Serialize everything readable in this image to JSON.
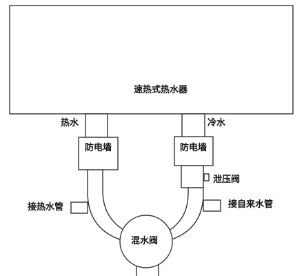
{
  "heater": {
    "label": "速热式热水器"
  },
  "outlets": {
    "hot_label": "热水",
    "cold_label": "冷水"
  },
  "walls": {
    "left_label": "防电墙",
    "right_label": "防电墙"
  },
  "relief_valve": {
    "label": "泄压阀"
  },
  "connections": {
    "left_label": "接热水管",
    "right_label": "接自来水管"
  },
  "mixing_valve": {
    "label": "混水阀"
  },
  "colors": {
    "line": "#333333",
    "background": "#ffffff"
  }
}
